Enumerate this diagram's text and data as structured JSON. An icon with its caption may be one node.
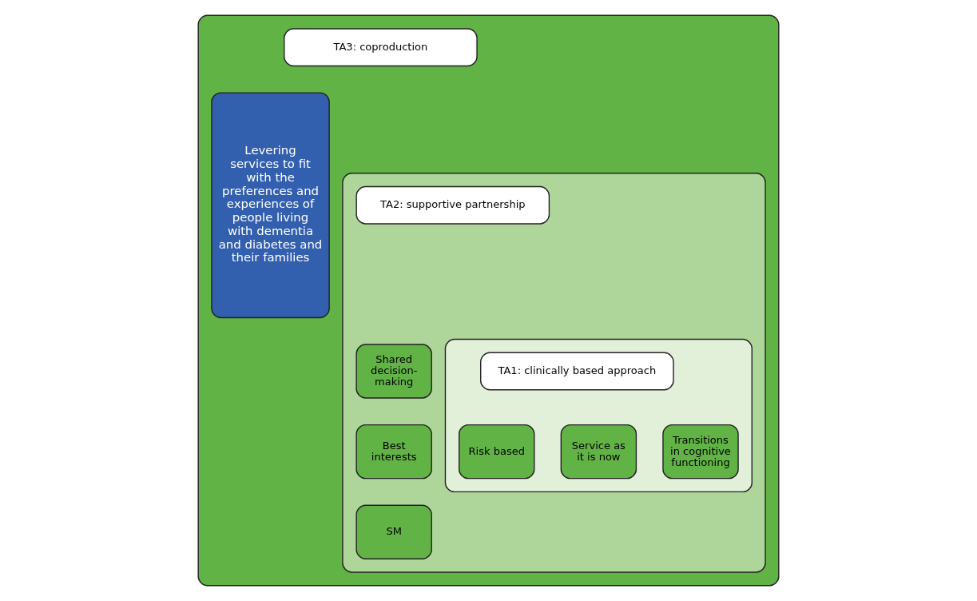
{
  "diagram": {
    "nodes": [
      {
        "text": [],
        "shape": "box"
      },
      {
        "text": [
          "TA3: coproduction"
        ],
        "in": 0
      },
      {
        "text": [
          "Levering services to fit with the preferences and experiences of people living with dementia and diabetes and their families"
        ],
        "in": 0
      },
      {
        "text": [],
        "shape": "box",
        "in": 0
      },
      {
        "text": [
          "TA2: supportive partnership"
        ],
        "in": 3
      },
      {
        "text": [
          "Shared decision-making"
        ],
        "in": 3
      },
      {
        "text": [
          "Best interests"
        ],
        "in": 3
      },
      {
        "text": [
          "SM"
        ],
        "in": 3
      },
      {
        "text": [],
        "shape": "box",
        "in": 3
      },
      {
        "text": [
          "TA1: clinically based approach"
        ],
        "in": 8
      },
      {
        "text": [
          "Risk based"
        ],
        "in": 8
      },
      {
        "text": [
          "Service as it is now"
        ],
        "in": 8
      },
      {
        "text": [
          "Transitions in cognitive functioning"
        ],
        "in": 8
      }
    ],
    "edges": []
  }
}
